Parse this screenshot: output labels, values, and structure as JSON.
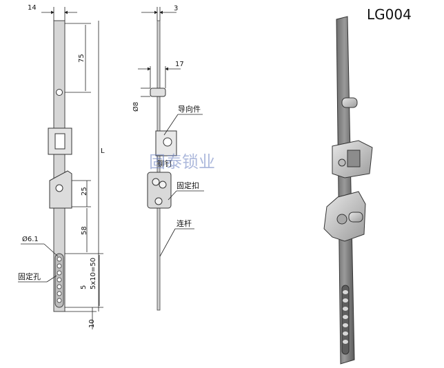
{
  "model_code": "LG004",
  "watermark": "固泰锁业",
  "dimensions": {
    "width_14": "14",
    "thickness_3": "3",
    "spacing_75": "75",
    "pin_17": "17",
    "dia_8": "Ø8",
    "length_L": "L",
    "spacing_25": "25",
    "spacing_58": "58",
    "hole_dia": "Ø6.1",
    "pitch_5": "5",
    "pitch_series": "5x10=50",
    "end_10": "10"
  },
  "labels": {
    "guide_part": "导向件",
    "rivet": "铆钉",
    "fixed_buckle": "固定扣",
    "connecting_rod": "连杆",
    "fixed_hole": "固定孔"
  }
}
